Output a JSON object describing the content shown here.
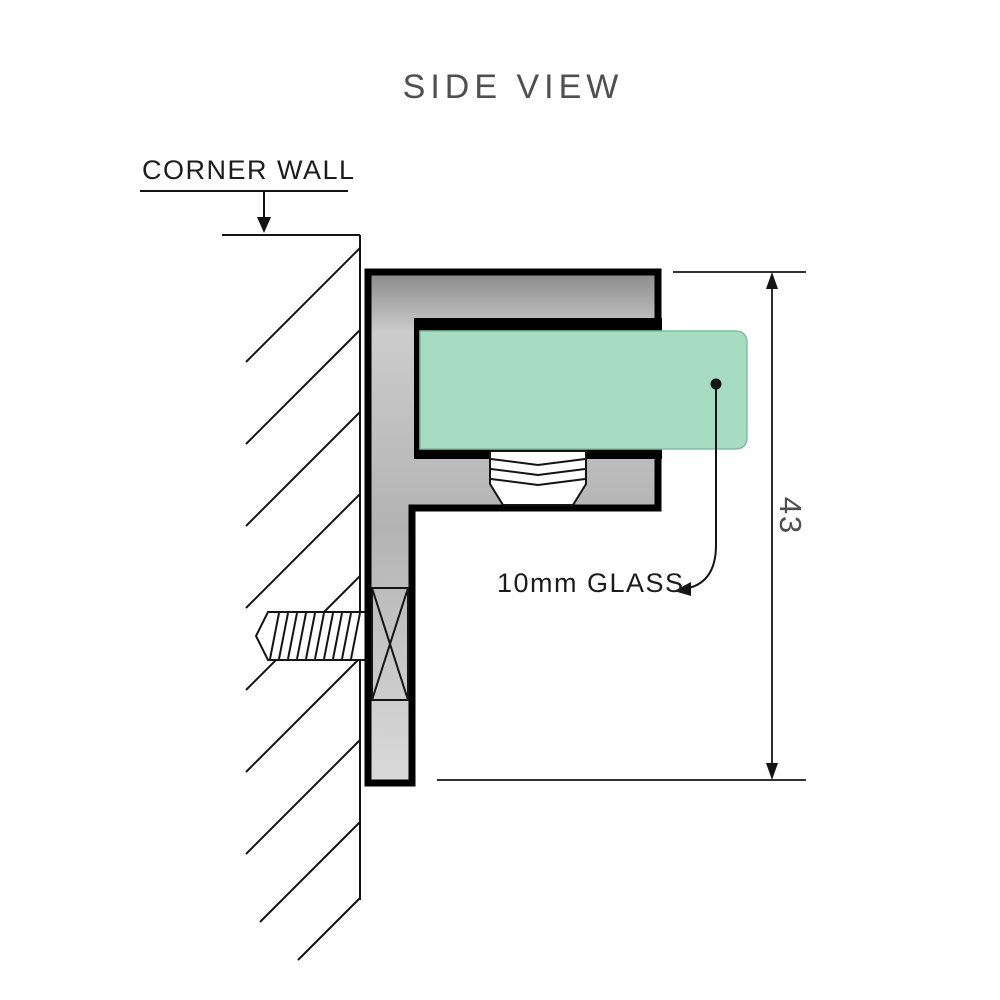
{
  "title": "SIDE VIEW",
  "annotations": {
    "wall_label": "CORNER WALL",
    "glass_label": "10mm GLASS",
    "dimension_value": "43"
  },
  "colors": {
    "glass": "#a6dcc1",
    "metal_dark": "#8a8a8a",
    "metal_light": "#cccccc",
    "metal_mid": "#b3b3b3",
    "metal_bottom": "#dadada",
    "outline": "#000000",
    "text_primary": "#1c1c1c",
    "text_secondary": "#4f4f4f"
  }
}
